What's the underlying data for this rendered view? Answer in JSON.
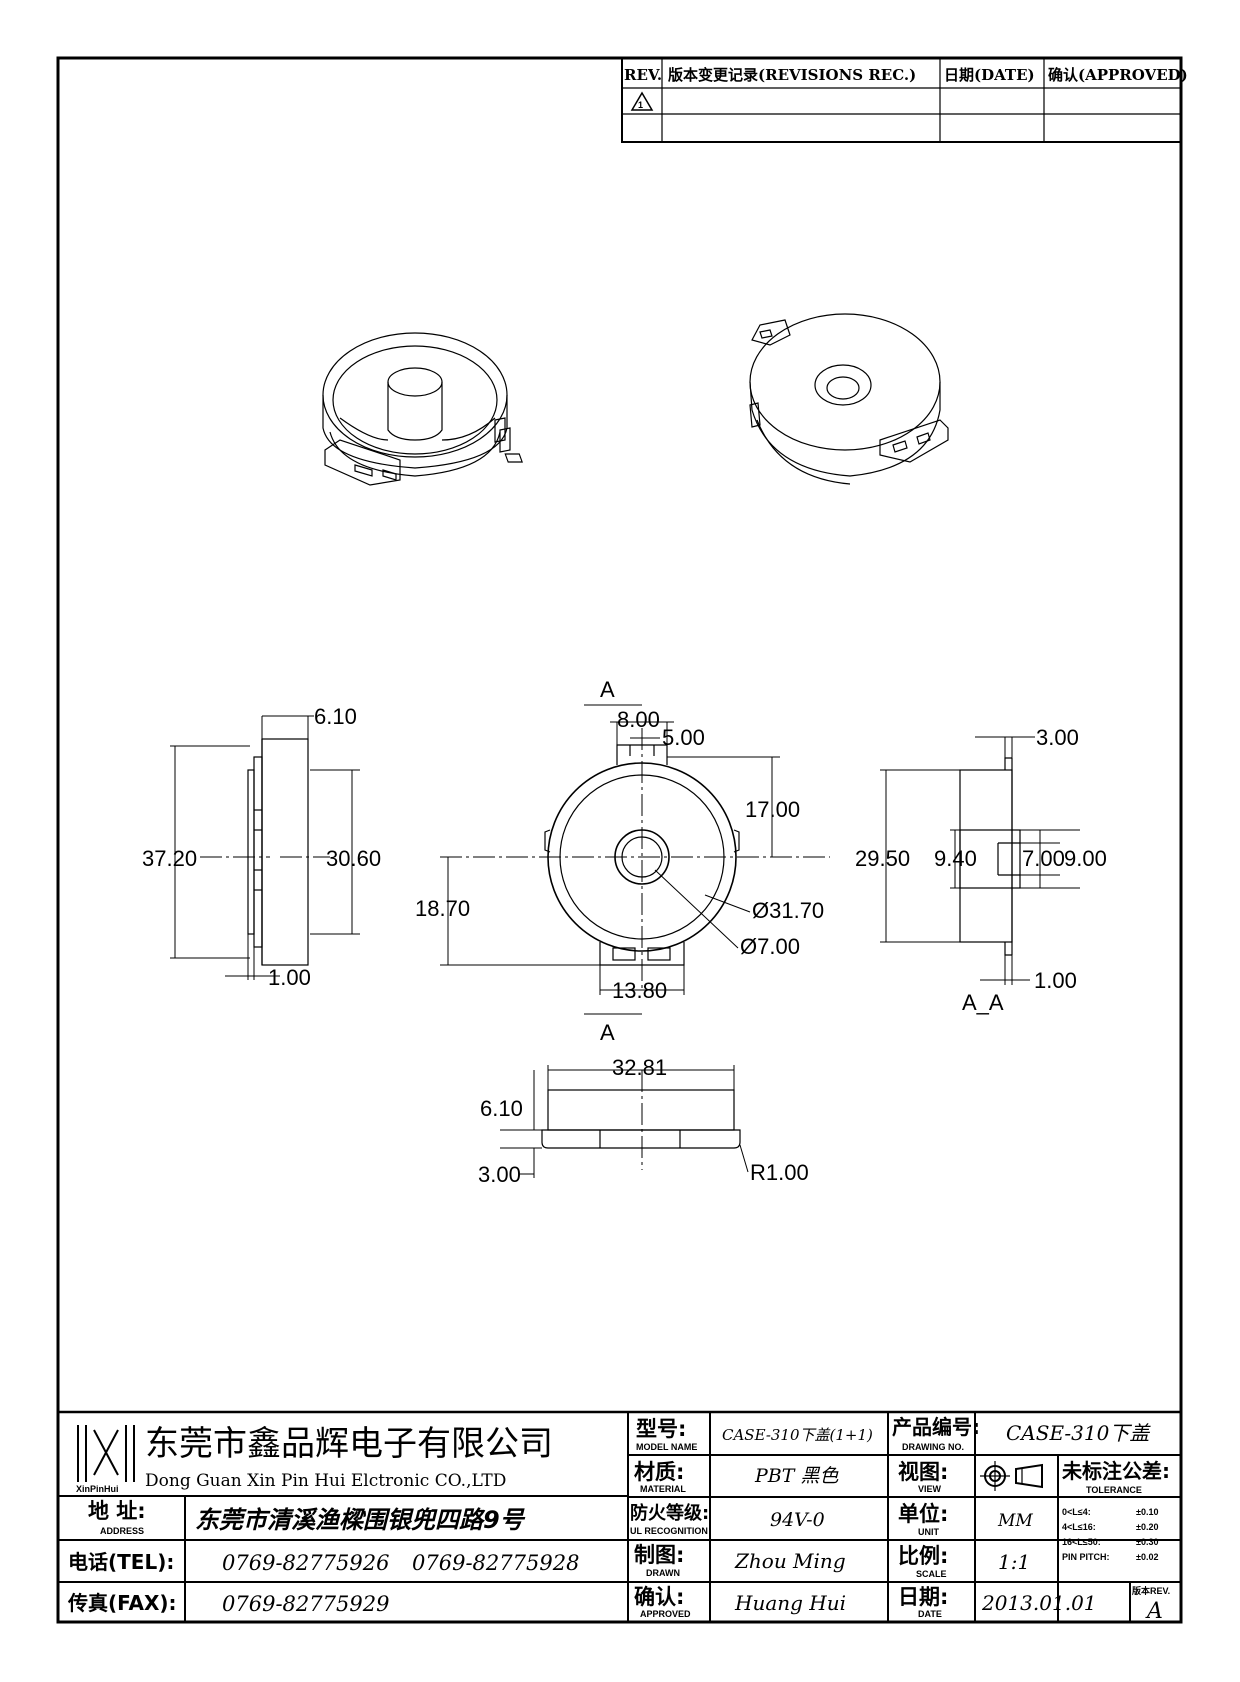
{
  "revision_table": {
    "headers": {
      "rev": "REV.",
      "record": "版本变更记录(REVISIONS REC.)",
      "date": "日期(DATE)",
      "approved": "确认(APPROVED)"
    },
    "rows": [
      {
        "rev": "1",
        "record": "",
        "date": "",
        "approved": ""
      },
      {
        "rev": "",
        "record": "",
        "date": "",
        "approved": ""
      }
    ]
  },
  "section_labels": {
    "top": "A",
    "bottom": "A",
    "section": "A_A"
  },
  "dimensions": {
    "side_width": "6.10",
    "side_height": "37.20",
    "side_inner": "30.60",
    "side_flange": "1.00",
    "tab_width": "8.00",
    "tab_slot": "5.00",
    "center_to_top": "17.00",
    "center_to_bottom": "18.70",
    "outer_dia": "Ø31.70",
    "hole_dia": "Ø7.00",
    "bottom_tab_width": "13.80",
    "section_top": "3.00",
    "section_height": "29.50",
    "section_boss": "9.40",
    "section_hole": "7.00",
    "section_boss_outer": "9.00",
    "section_flange": "1.00",
    "bottom_length": "32.81",
    "bottom_height": "6.10",
    "bottom_step": "3.00",
    "bottom_radius": "R1.00"
  },
  "title_block": {
    "company_cn": "东莞市鑫品辉电子有限公司",
    "company_en": "Dong Guan Xin Pin Hui Elctronic CO.,LTD",
    "logo_text": "XinPinHui",
    "address_label": "地  址:",
    "address_label_en": "ADDRESS",
    "address_value": "东莞市清溪渔樑围银兜四路9号",
    "tel_label": "电话(TEL):",
    "tel_values": [
      "0769-82775926",
      "0769-82775928"
    ],
    "fax_label": "传真(FAX):",
    "fax_value": "0769-82775929",
    "model_label": "型号:",
    "model_label_en": "MODEL NAME",
    "model_value": "CASE-310下盖(1+1)",
    "material_label": "材质:",
    "material_label_en": "MATERIAL",
    "material_value": "PBT 黑色",
    "ul_label": "防火等级:",
    "ul_label_en": "UL RECOGNITION",
    "ul_value": "94V-0",
    "drawn_label": "制图:",
    "drawn_label_en": "DRAWN",
    "drawn_value": "Zhou Ming",
    "approved_label": "确认:",
    "approved_label_en": "APPROVED",
    "approved_value": "Huang Hui",
    "drawing_no_label": "产品编号:",
    "drawing_no_label_en": "DRAWING NO.",
    "drawing_no_value": "CASE-310下盖",
    "view_label": "视图:",
    "view_label_en": "VIEW",
    "unit_label": "单位:",
    "unit_label_en": "UNIT",
    "unit_value": "MM",
    "scale_label": "比例:",
    "scale_label_en": "SCALE",
    "scale_value": "1:1",
    "date_label": "日期:",
    "date_label_en": "DATE",
    "date_value": "2013.01.01",
    "tolerance_label": "未标注公差:",
    "tolerance_label_en": "TOLERANCE",
    "tolerances": [
      {
        "range": "0<L≤4:",
        "value": "±0.10"
      },
      {
        "range": "4<L≤16:",
        "value": "±0.20"
      },
      {
        "range": "16<L≤50:",
        "value": "±0.30"
      },
      {
        "range": "PIN PITCH:",
        "value": "±0.02"
      }
    ],
    "rev_label": "版本REV.",
    "rev_value": "A"
  }
}
